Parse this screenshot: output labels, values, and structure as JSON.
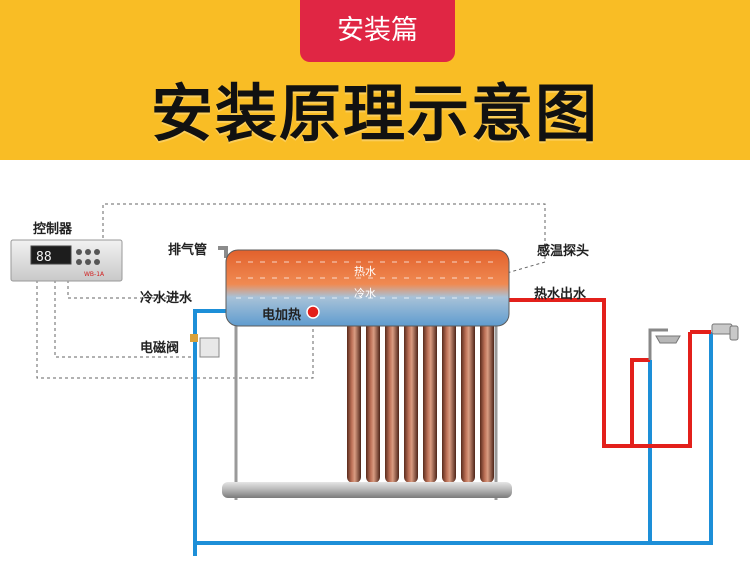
{
  "header": {
    "tag": "安装篇",
    "title": "安装原理示意图"
  },
  "labels": {
    "controller": "控制器",
    "vent_pipe": "排气管",
    "cold_inlet": "冷水进水",
    "solenoid_valve": "电磁阀",
    "electric_heat": "电加热",
    "hot_water": "热水",
    "cold_water": "冷水",
    "temp_probe": "感温探头",
    "hot_outlet": "热水出水"
  },
  "controller_display": {
    "digits": "88",
    "model": "WB-1A"
  },
  "colors": {
    "banner": "#f9bd25",
    "tag": "#e02644",
    "hot_pipe": "#e3201b",
    "cold_pipe": "#1d8fd8"
  }
}
